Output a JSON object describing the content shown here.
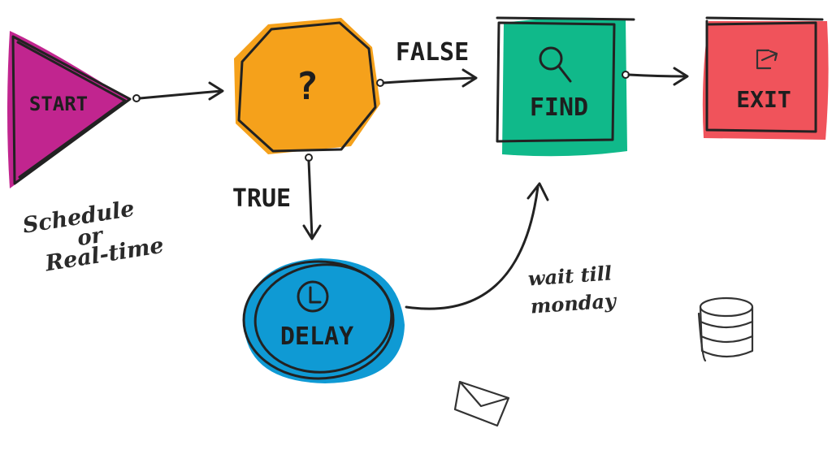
{
  "nodes": {
    "start": {
      "label": "START",
      "color": "#c1258f"
    },
    "decision": {
      "label": "?",
      "color": "#f5a11b"
    },
    "find": {
      "label": "FIND",
      "color": "#10b98a"
    },
    "exit": {
      "label": "EXIT",
      "color": "#f0535b"
    },
    "delay": {
      "label": "DELAY",
      "color": "#0f9ad4"
    }
  },
  "edges": {
    "false_label": "FALSE",
    "true_label": "TRUE"
  },
  "notes": {
    "start_line1": "Schedule",
    "start_line2": "or",
    "start_line3": "Real-time",
    "delay_line1": "wait till",
    "delay_line2": "monday"
  },
  "icons": [
    "magnifier-icon",
    "exit-icon",
    "clock-icon",
    "envelope-icon",
    "database-icon"
  ]
}
